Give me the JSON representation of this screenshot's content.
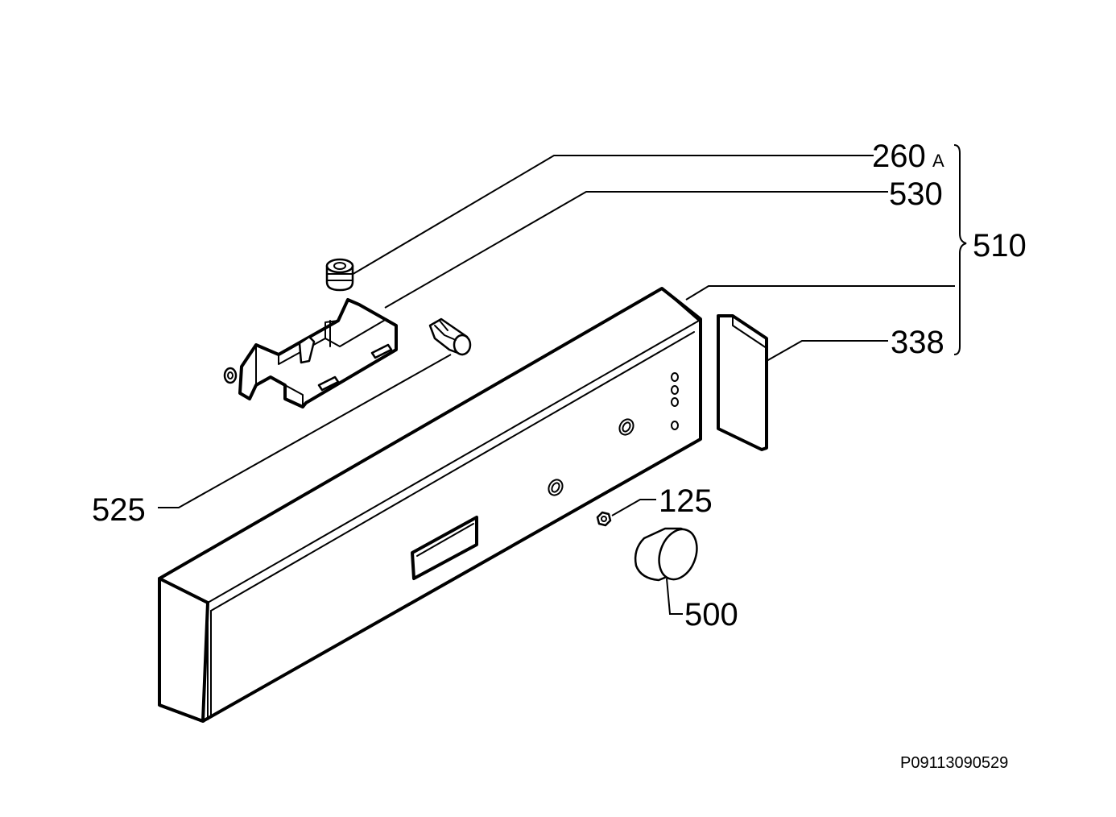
{
  "labels": {
    "p260": "260",
    "p260_suffix": "A",
    "p530": "530",
    "p510": "510",
    "p338": "338",
    "p525": "525",
    "p125": "125",
    "p500": "500"
  },
  "drawing_code": "P09113090529"
}
